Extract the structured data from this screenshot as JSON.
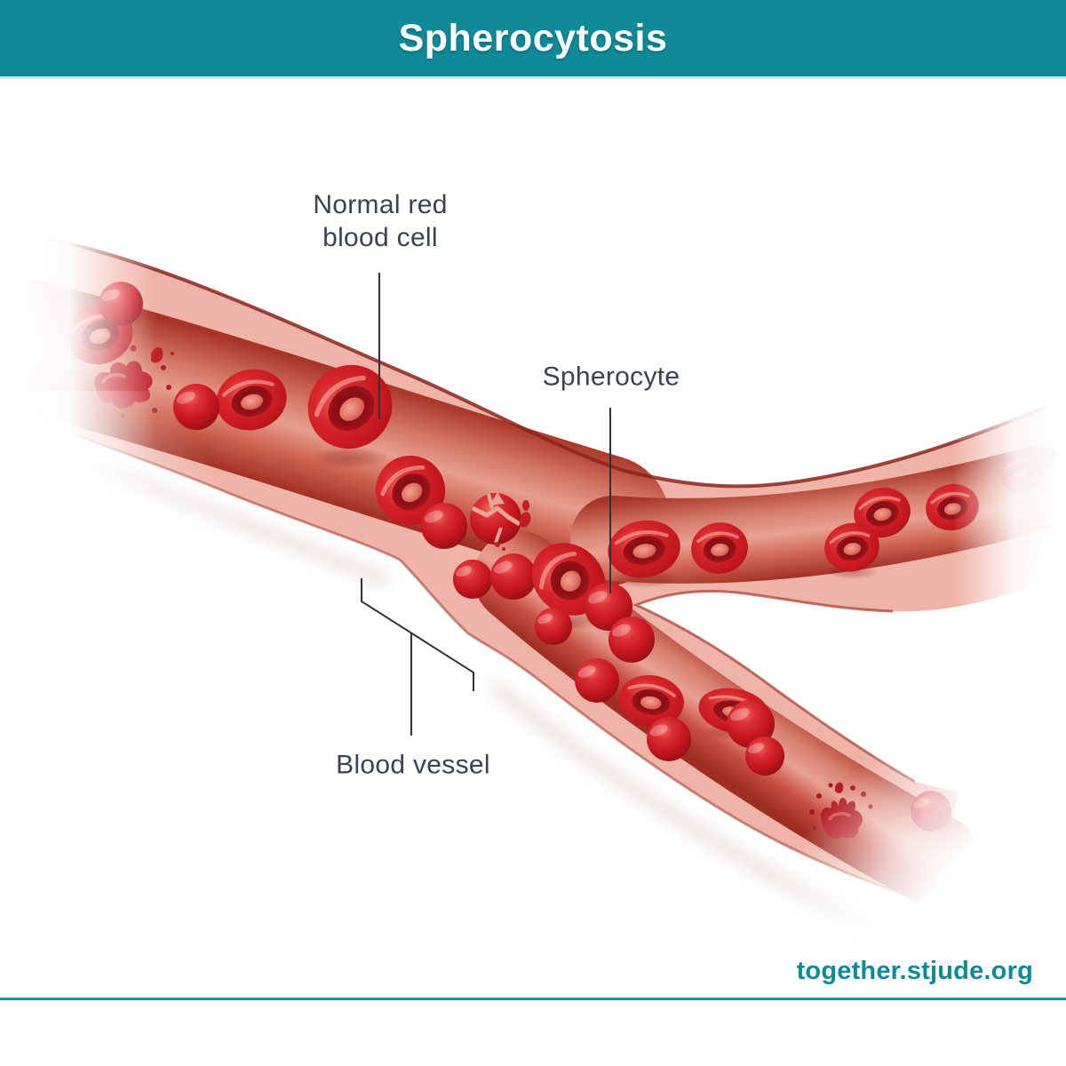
{
  "header": {
    "title": "Spherocytosis"
  },
  "annotations": {
    "normal_rbc": {
      "line1": "Normal red",
      "line2": "blood cell"
    },
    "spherocyte": {
      "label": "Spherocyte"
    },
    "blood_vessel": {
      "label": "Blood vessel"
    }
  },
  "footer": {
    "url": "together.stjude.org"
  },
  "colors": {
    "brand_teal": "#0E8A99",
    "header_text": "#FFFFFF",
    "label_text": "#3B4250",
    "leader_line": "#2E323B",
    "vessel_wall_pink": "#EFB3A7",
    "lumen_red_mid": "#E79F8E",
    "cell_red": "#C6161F",
    "divider_light": "#CFE3EA"
  }
}
